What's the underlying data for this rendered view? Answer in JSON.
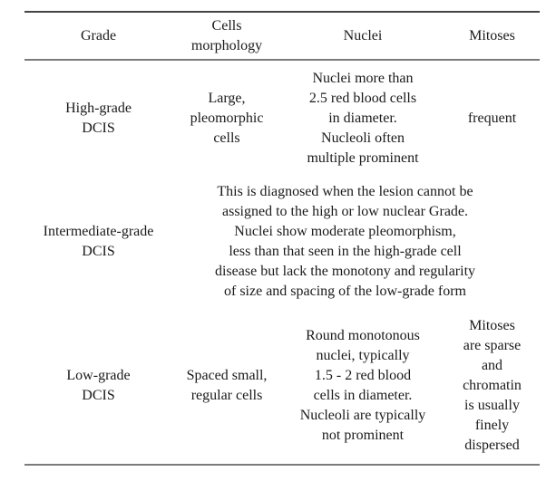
{
  "colors": {
    "background": "#ffffff",
    "text": "#1a1a1a",
    "rule-dark": "#454545",
    "rule-gray": "#7b7b7b"
  },
  "table": {
    "headers": [
      "Grade",
      "Cells\nmorphology",
      "Nuclei",
      "Mitoses"
    ],
    "rows": [
      {
        "grade": "High-grade\nDCIS",
        "cells_morphology": "Large,\npleomorphic\ncells",
        "nuclei": "Nuclei more than\n2.5 red blood cells\nin diameter.\nNucleoli often\nmultiple prominent",
        "mitoses": "frequent"
      },
      {
        "grade": "Intermediate-grade\nDCIS",
        "description": "This is diagnosed when the lesion cannot be\nassigned to the high or low nuclear Grade.\nNuclei show moderate pleomorphism,\nless than that seen in the high-grade cell\ndisease but lack the monotony and regularity\nof size and spacing of the low-grade form"
      },
      {
        "grade": "Low-grade\nDCIS",
        "cells_morphology": "Spaced small,\nregular cells",
        "nuclei": "Round monotonous\nnuclei, typically\n1.5 - 2 red blood\ncells in diameter.\nNucleoli are typically\nnot prominent",
        "mitoses": "Mitoses\nare sparse\nand\nchromatin\nis usually\nfinely\ndispersed"
      }
    ]
  }
}
